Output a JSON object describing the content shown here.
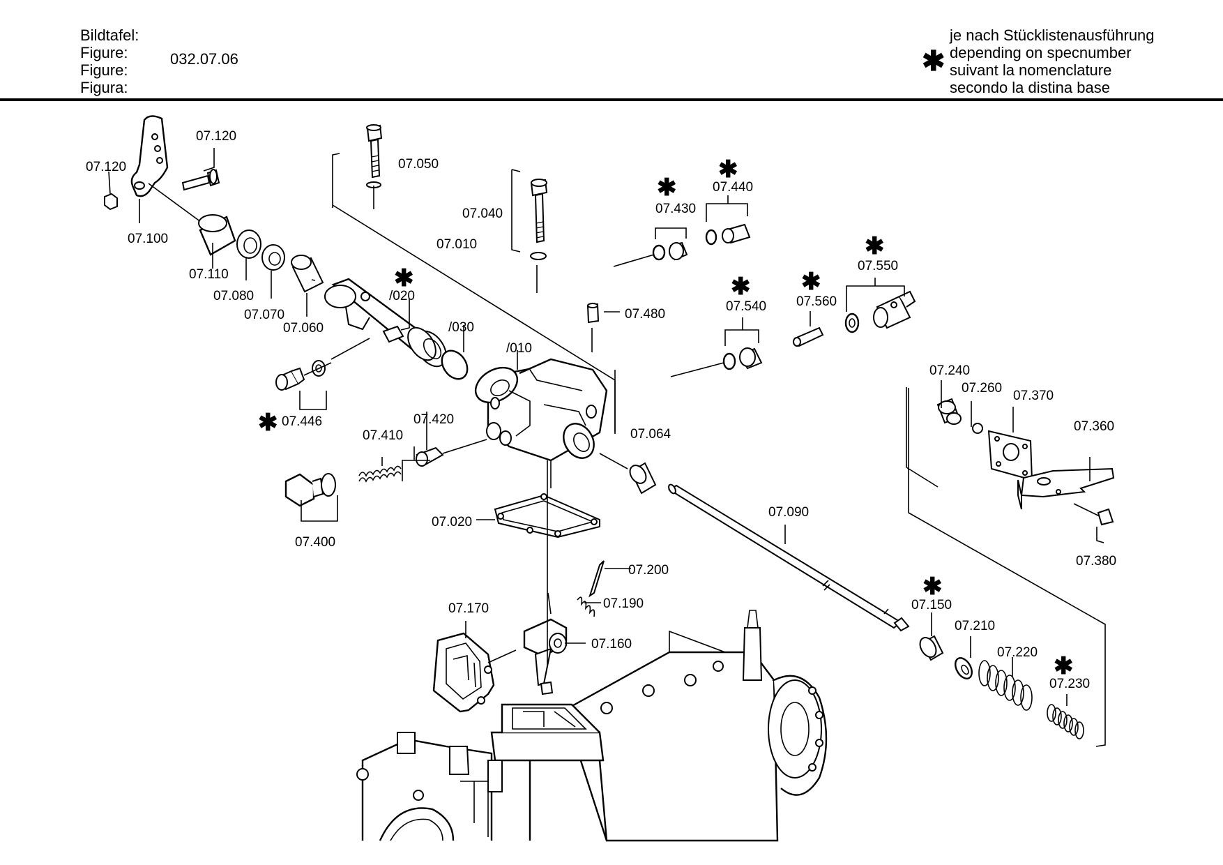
{
  "header": {
    "labels": [
      "Bildtafel:",
      "Figure:",
      "Figure:",
      "Figura:"
    ],
    "figure_number": "032.07.06",
    "note_symbol": "✱",
    "note_lines": [
      "je nach Stücklistenausführung",
      "depending on specnumber",
      "suivant la nomenclature",
      "secondo la distina base"
    ]
  },
  "parts": {
    "p07_120a": "07.120",
    "p07_120b": "07.120",
    "p07_100": "07.100",
    "p07_050": "07.050",
    "p07_040": "07.040",
    "p07_430": "07.430",
    "p07_440": "07.440",
    "p07_010": "07.010",
    "p07_110": "07.110",
    "p07_080": "07.080",
    "p07_070": "07.070",
    "p07_060": "07.060",
    "s020": "/020",
    "s030": "/030",
    "s010": "/010",
    "p07_480": "07.480",
    "p07_540": "07.540",
    "p07_560": "07.560",
    "p07_550": "07.550",
    "p07_446": "07.446",
    "p07_420": "07.420",
    "p07_410": "07.410",
    "p07_064": "07.064",
    "p07_240": "07.240",
    "p07_260": "07.260",
    "p07_370": "07.370",
    "p07_360": "07.360",
    "p07_400": "07.400",
    "p07_020": "07.020",
    "p07_090": "07.090",
    "p07_380": "07.380",
    "p07_200": "07.200",
    "p07_190": "07.190",
    "p07_170": "07.170",
    "p07_160": "07.160",
    "p07_150": "07.150",
    "p07_210": "07.210",
    "p07_220": "07.220",
    "p07_230": "07.230"
  },
  "star_symbol": "✱"
}
